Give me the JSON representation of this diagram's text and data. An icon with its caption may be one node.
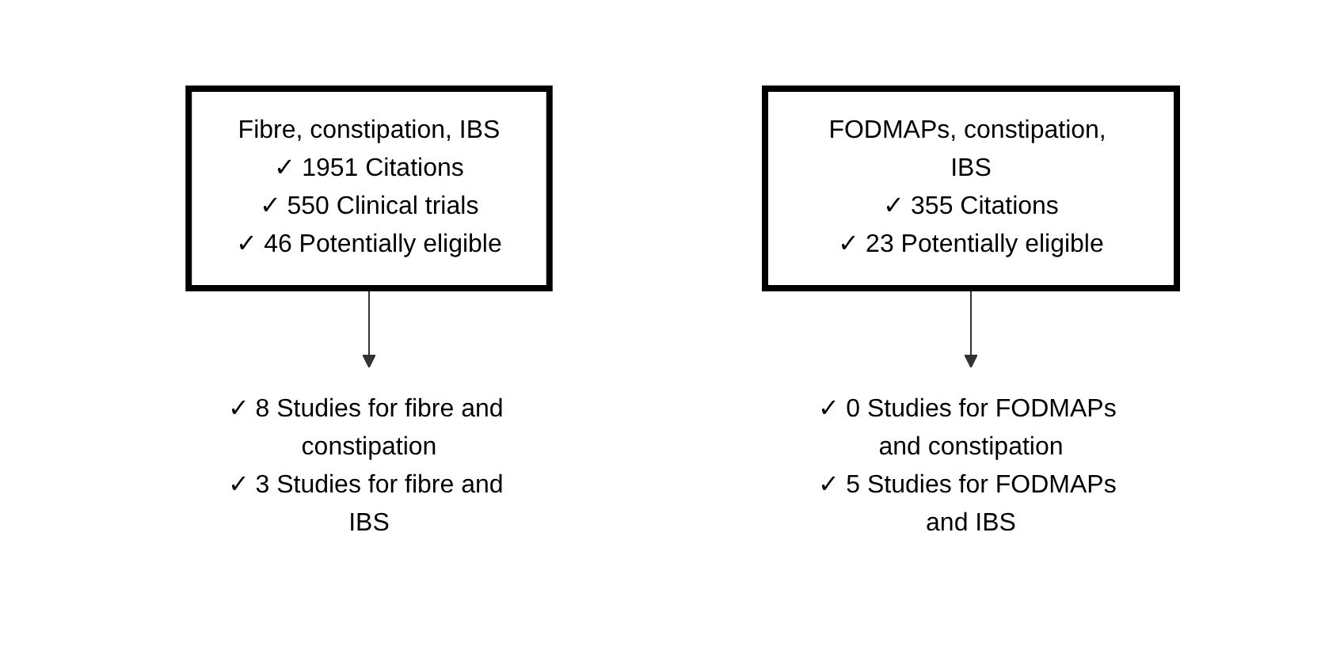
{
  "diagram": {
    "nodes": [
      {
        "text": [
          "Fibre, constipation, IBS",
          "✓ 1951 Citations",
          "✓ 550 Clinical trials",
          "✓ 46 Potentially eligible"
        ]
      },
      {
        "text": [
          "✓ 8 Studies for fibre and constipation",
          "✓ 3 Studies for fibre and IBS"
        ]
      },
      {
        "text": [
          "FODMAPs, constipation, IBS",
          "✓ 355 Citations",
          "✓ 23 Potentially eligible"
        ]
      },
      {
        "text": [
          "✓ 0 Studies for FODMAPs and constipation",
          "✓ 5 Studies for FODMAPs and IBS"
        ]
      }
    ],
    "edges": [
      {
        "from": 0,
        "to": 1,
        "arrow": "to"
      },
      {
        "from": 2,
        "to": 3,
        "arrow": "to"
      }
    ]
  }
}
